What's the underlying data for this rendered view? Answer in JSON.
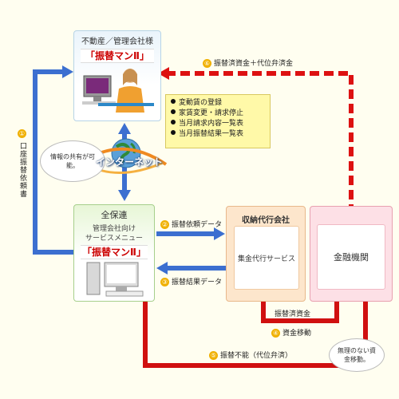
{
  "top_box": {
    "title": "不動産／管理会社様",
    "app_name": "「振替マンⅡ」"
  },
  "features": [
    "変動賃の登録",
    "家賃変更・請求停止",
    "当月請求内容一覧表",
    "当月振替結果一覧表"
  ],
  "info_cloud": "情報の共有が可能。",
  "internet_label": "インターネット",
  "zenhoren_box": {
    "title": "全保連",
    "subtitle_line1": "管理会社向け",
    "subtitle_line2": "サービスメニュー",
    "app_name": "「振替マンⅡ」"
  },
  "shuno_box": {
    "title": "収納代行会社",
    "inner": "集金代行サービス"
  },
  "finance_box": {
    "inner": "金融機関"
  },
  "steps": {
    "s1": {
      "num": "①",
      "text": "口座振替依頼書"
    },
    "s2": {
      "num": "②",
      "text": "振替依頼データ"
    },
    "s3": {
      "num": "③",
      "text": "振替結果データ"
    },
    "s4": {
      "num": "④",
      "text": "資金移動"
    },
    "s5": {
      "num": "⑤",
      "text": "振替不能（代位弁済）"
    },
    "s6": {
      "num": "⑥",
      "text": "振替済資金＋代位弁済金"
    }
  },
  "transfer_funds_label": "振替済資金",
  "cloud2": "無理のない資金移動。",
  "colors": {
    "blue_arrow": "#3c6fd0",
    "red_arrow": "#d01010",
    "dashed_red": "#dd1111",
    "badge": "#f0b000"
  }
}
